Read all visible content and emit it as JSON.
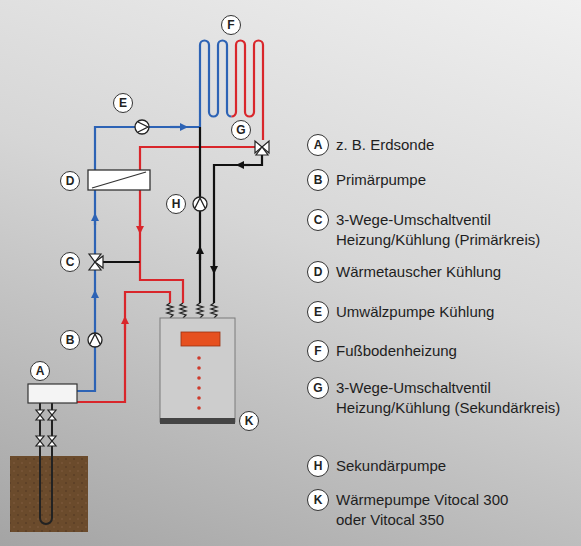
{
  "diagram": {
    "nodes": [
      {
        "text": [
          "A"
        ]
      },
      {
        "text": [
          "B"
        ]
      },
      {
        "text": [
          "C"
        ]
      },
      {
        "text": [
          "D"
        ]
      },
      {
        "text": [
          "E"
        ]
      },
      {
        "text": [
          "F"
        ]
      },
      {
        "text": [
          "G"
        ]
      },
      {
        "text": [
          "H"
        ]
      },
      {
        "text": [
          "K"
        ]
      },
      {
        "text": [
          "A"
        ]
      },
      {
        "text": [
          "B"
        ]
      },
      {
        "text": [
          "C"
        ]
      },
      {
        "text": [
          "D"
        ]
      },
      {
        "text": [
          "E"
        ]
      },
      {
        "text": [
          "F"
        ]
      },
      {
        "text": [
          "G"
        ]
      },
      {
        "text": [
          "H"
        ]
      },
      {
        "text": [
          "K"
        ]
      }
    ],
    "labels": [
      "z. B. Erdsonde",
      "Primärpumpe",
      "3-Wege-Umschaltventil Heizung/Kühlung (Primärkreis)",
      "Wärmetauscher Kühlung",
      "Umwälzpumpe Kühlung",
      "Fußbodenheizung",
      "3-Wege-Umschaltventil Heizung/Kühlung (Sekundärkreis)",
      "Sekundärpumpe",
      "Wärmepumpe Vitocal 300 oder Vitocal 350"
    ]
  }
}
